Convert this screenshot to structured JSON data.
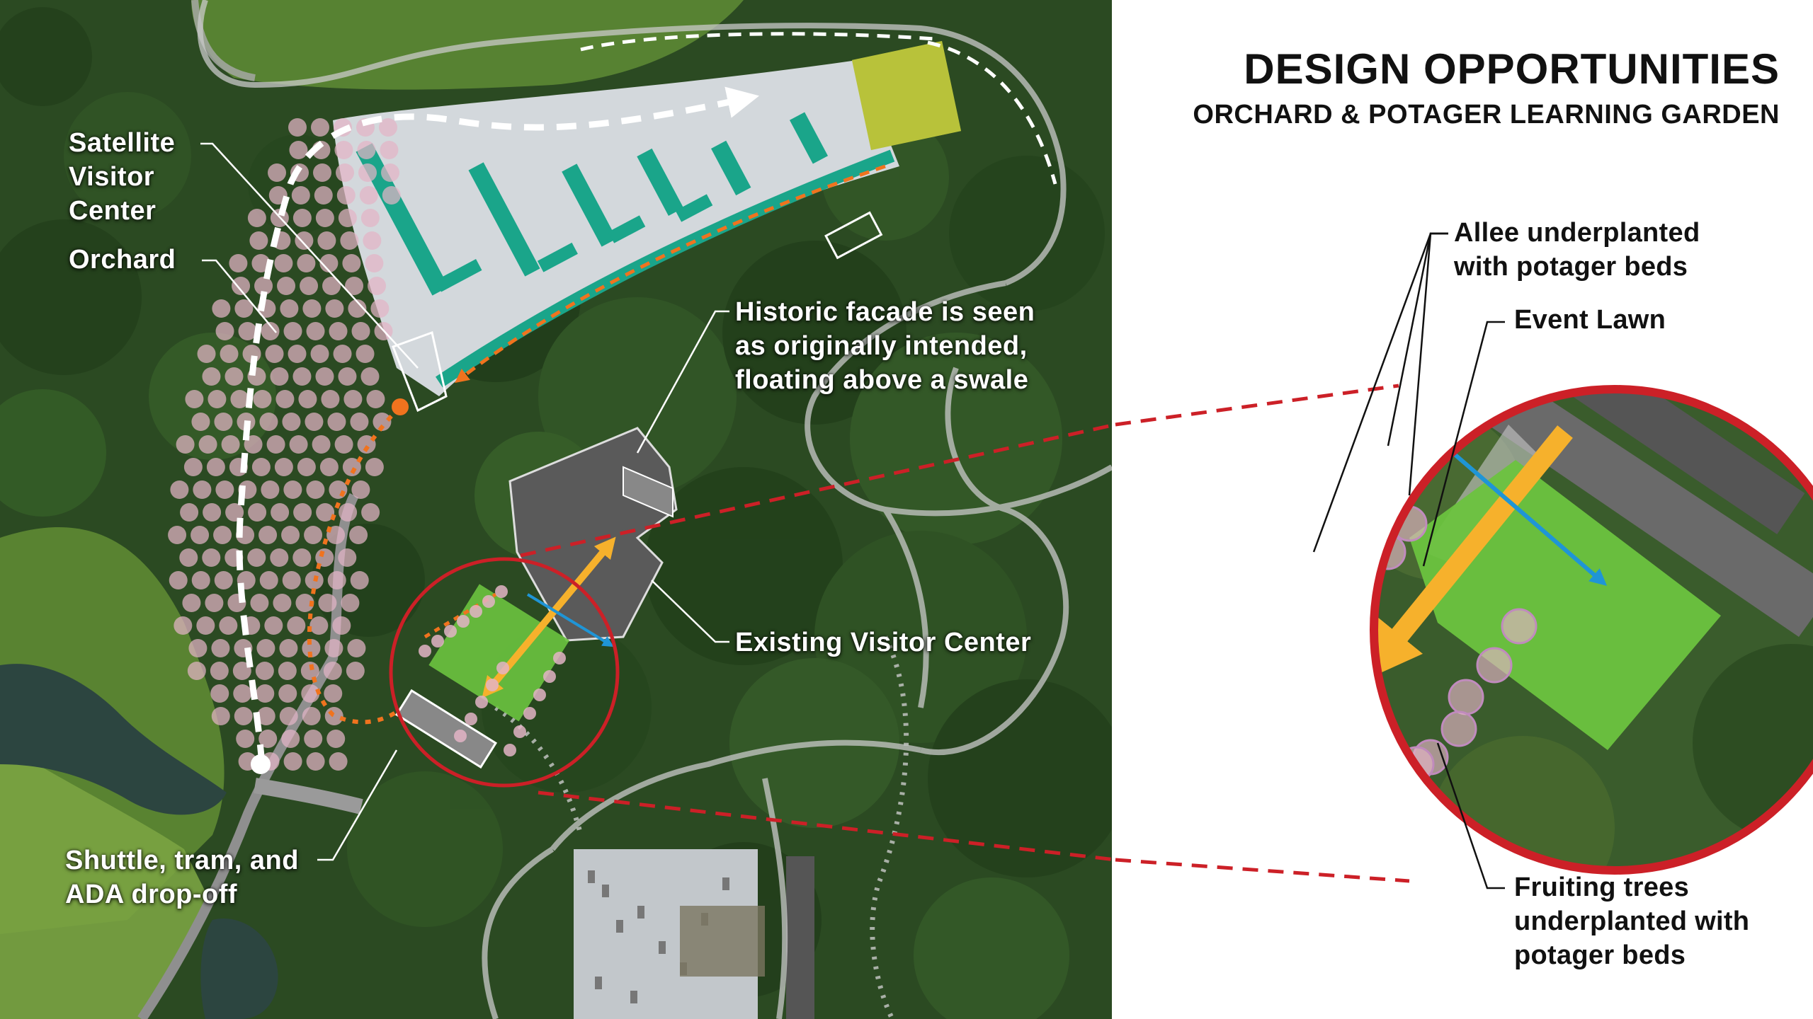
{
  "title": {
    "heading": "DESIGN OPPORTUNITIES",
    "subheading": "ORCHARD & POTAGER LEARNING GARDEN"
  },
  "map_labels": {
    "satellite_visitor_center": [
      "Satellite",
      "Visitor",
      "Center"
    ],
    "orchard": "Orchard",
    "historic_facade": [
      "Historic facade is seen",
      "as originally intended,",
      "floating above a swale"
    ],
    "existing_visitor_center": "Existing Visitor Center",
    "shuttle_dropoff": [
      "Shuttle, tram, and",
      "ADA drop-off"
    ]
  },
  "detail_labels": {
    "allee": [
      "Allee underplanted",
      "with potager beds"
    ],
    "event_lawn": "Event Lawn",
    "fruiting_trees": [
      "Fruiting trees",
      "underplanted with",
      "potager beds"
    ]
  },
  "colors": {
    "forest_dark": "#1f3b1a",
    "forest": "#2f5226",
    "meadow": "#6f9a3c",
    "water": "#2d4540",
    "parking_lot": "#d3d8dc",
    "parking_island": "#1aa58a",
    "tree_circle": "#e3b4c6",
    "path_orange": "#f0731e",
    "walk_white": "#ffffff",
    "lawn_green": "#6cc33f",
    "accent_yellow": "#f6b12c",
    "flow_blue": "#1f95d6",
    "callout_red": "#cc2027",
    "trail_grey": "#c9c9c9"
  }
}
